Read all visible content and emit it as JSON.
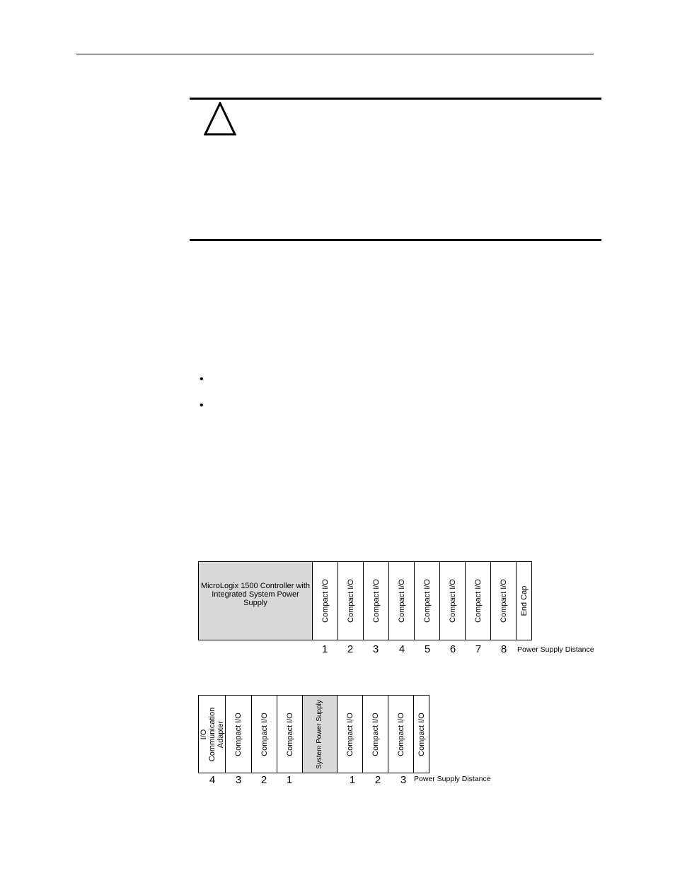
{
  "diagram1": {
    "controller_label": "MicroLogix 1500 Controller with Integrated System Power Supply",
    "modules": [
      "Compact I/O",
      "Compact I/O",
      "Compact I/O",
      "Compact I/O",
      "Compact I/O",
      "Compact I/O",
      "Compact I/O",
      "Compact I/O"
    ],
    "end_cap": "End Cap",
    "distances": [
      "1",
      "2",
      "3",
      "4",
      "5",
      "6",
      "7",
      "8"
    ],
    "distance_label": "Power Supply Distance"
  },
  "diagram2": {
    "adapter_label": "I/O Communication Adapter",
    "left_modules": [
      "Compact I/O",
      "Compact I/O",
      "Compact I/O"
    ],
    "power_supply_label": "System Power Supply",
    "right_modules": [
      "Compact I/O",
      "Compact I/O",
      "Compact I/O",
      "Compact I/O"
    ],
    "left_distances": [
      "4",
      "3",
      "2",
      "1"
    ],
    "right_distances": [
      "1",
      "2",
      "3"
    ],
    "distance_label": "Power Supply Distance"
  },
  "bullets": [
    "•",
    "•"
  ],
  "icons": {
    "warning": "warning-triangle-icon"
  }
}
